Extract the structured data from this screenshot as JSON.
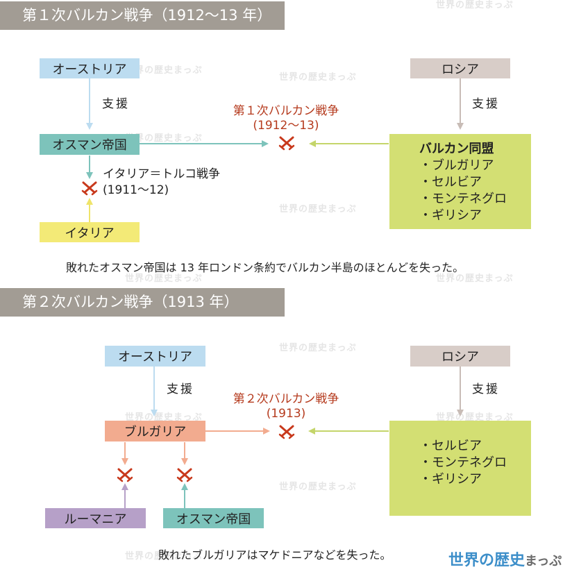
{
  "section1": {
    "header": "第１次バルカン戦争（1912〜13 年）",
    "austria": "オーストリア",
    "russia": "ロシア",
    "support_left": "支援",
    "support_right": "支援",
    "ottoman": "オスマン帝国",
    "war_title_line1": "第１次バルカン戦争",
    "war_title_line2": "(1912〜13)",
    "alliance": {
      "title": "バルカン同盟",
      "items": [
        "・ブルガリア",
        "・セルビア",
        "・モンテネグロ",
        "・ギリシア"
      ]
    },
    "italo_war_line1": "イタリア＝トルコ戦争",
    "italo_war_line2": "(1911〜12)",
    "italy": "イタリア",
    "note": "敗れたオスマン帝国は 13 年ロンドン条約でバルカン半島のほとんどを失った。"
  },
  "section2": {
    "header": "第２次バルカン戦争（1913 年）",
    "austria": "オーストリア",
    "russia": "ロシア",
    "support_left": "支援",
    "support_right": "支援",
    "bulgaria": "ブルガリア",
    "war_title_line1": "第２次バルカン戦争",
    "war_title_line2": "(1913)",
    "allies": [
      "・セルビア",
      "・モンテネグロ",
      "・ギリシア"
    ],
    "romania": "ルーマニア",
    "ottoman": "オスマン帝国",
    "note": "敗れたブルガリアはマケドニアなどを失った。"
  },
  "watermark": "世界の歴史まっぷ",
  "logo": {
    "main": "世界の歴史",
    "small": "まっぷ"
  },
  "colors": {
    "header": "#a29c94",
    "austria": "#bcdcf0",
    "russia": "#d8cdc8",
    "ottoman": "#7dc3bb",
    "alliance": "#d3df73",
    "italy": "#f3ea77",
    "bulgaria": "#f2ab8f",
    "romania": "#b6a0c8",
    "war_title": "#b53a1d"
  }
}
